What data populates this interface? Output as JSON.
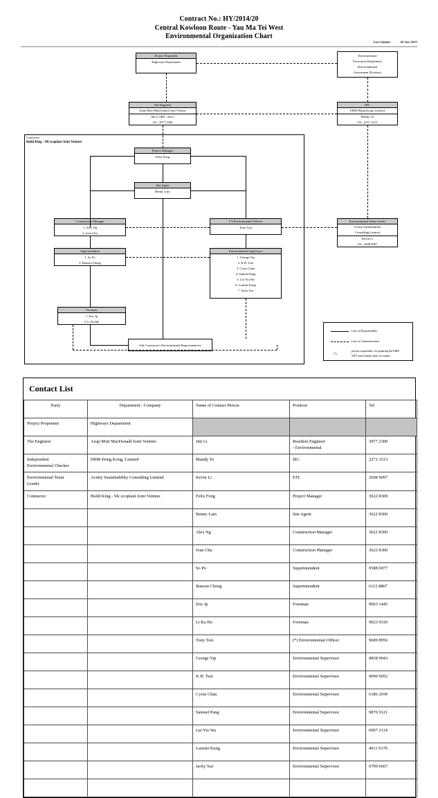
{
  "header": {
    "line1": "Contract No.: HY/2014/20",
    "line2": "Central Kowloon Route - Yau Ma Tei West",
    "line3": "Environmental Organization Chart",
    "last_update_label": "Last Update:",
    "last_update_value": "30 Jun 2025"
  },
  "chart": {
    "contractor_frame_label": "Contractor:",
    "contractor_frame_name": "Build King - SK ecoplant Joint Venture",
    "boxes": {
      "project_proponent": {
        "head": "Project Proponent",
        "rows": [
          "Highways Department"
        ]
      },
      "epd": {
        "head": "",
        "rows": [
          "Environmental",
          "Protection Department",
          "(Environmental",
          "Assessment Division)"
        ]
      },
      "engineer": {
        "head": "The Engineer",
        "rows": [
          "Arup-Mott MacDonald Joint Venture",
          "Jim Li (RE - Env.)",
          "Tel.: 3977 2300"
        ]
      },
      "iec": {
        "head": "IEC",
        "rows": [
          "ERM-Hong Kong, Limited",
          "Mandy To",
          "Tel.: 2271 3313"
        ]
      },
      "project_manager": {
        "head": "Project Manager",
        "rows": [
          "Felix Fong"
        ]
      },
      "site_agent": {
        "head": "Site Agent",
        "rows": [
          "Benny Lam"
        ]
      },
      "construction_manager": {
        "head": "Construction Manager",
        "rows": [
          "1. Alex Ng",
          "2. Ivan Chu"
        ]
      },
      "environmental_officer": {
        "head": "(*) Environmental Officer",
        "rows": [
          "Tony Tsoi"
        ]
      },
      "environmental_team_leader": {
        "head": "Environmental Team Leader",
        "rows": [
          "Acuity Sustainability",
          "Consulting Limited",
          "Kevin Li",
          "Tel.: 2698 9097"
        ]
      },
      "superintendent": {
        "head": "Superintendent",
        "rows": [
          "1. So Po",
          "2. Banson Cheng"
        ]
      },
      "environmental_supervisor": {
        "head": "Environmental Supervisor",
        "rows": [
          "1. George Yip",
          "2. K.H. Tsui",
          "3. Cyrus Chan",
          "4. Samuel Pang",
          "5. Lai Yiu Wa",
          "6. Lamski Kung",
          "7. Jacky Sze"
        ]
      },
      "foreman": {
        "head": "Foreman",
        "rows": [
          "1. Eric Ip",
          "2. Li Ka Ho"
        ]
      },
      "subcontractor": {
        "head": "",
        "rows": [
          "Sub-Contractor's Environmental Representatives"
        ]
      }
    },
    "legend": {
      "responsibility": "Line of Responsibility",
      "communication": "Line of Communication",
      "asterisk_mark": "(*)",
      "asterisk_text_1": "person responsible for updating the EMP,",
      "asterisk_text_2": "WFT and sumary table for timber"
    }
  },
  "contact_list": {
    "title": "Contact List",
    "columns": [
      "Party",
      "Department / Company",
      "Name of Contact Person",
      "Position",
      "Tel"
    ],
    "rows": [
      {
        "party": "Project Proponent",
        "company": "Highways Department",
        "name": "",
        "position": "",
        "tel": "",
        "shaded": true
      },
      {
        "party": "The Engineer",
        "company": "Arup-Mott MacDonald Joint Venture",
        "name": "Jim Li",
        "position": "Resident Engineer\n- Environmental",
        "tel": "3977 2300"
      },
      {
        "party": "Independent\nEnvironmental Checker",
        "company": "ERM-Hong Kong, Limited",
        "name": "Mandy To",
        "position": "IEC",
        "tel": "2271 3313"
      },
      {
        "party": "Environmental Team\nLeader",
        "company": "Acuity Sustainability Consulting Limited",
        "name": "Kevin Li",
        "position": "ETL",
        "tel": "2698 9097"
      },
      {
        "party": "Contractor",
        "company": "Build King - SK ecoplant Joint Venture",
        "name": "Felix Fong",
        "position": "Project Manager",
        "tel": "3622 8300"
      },
      {
        "party": "",
        "company": "",
        "name": "Benny Lam",
        "position": "Site Agent",
        "tel": "3622 8300"
      },
      {
        "party": "",
        "company": "",
        "name": "Alex Ng",
        "position": "Construction Manager",
        "tel": "3622 8300"
      },
      {
        "party": "",
        "company": "",
        "name": "Ivan Chu",
        "position": "Construction Manager",
        "tel": "3622 8300"
      },
      {
        "party": "",
        "company": "",
        "name": "So Po",
        "position": "Superintendent",
        "tel": "9588 6977"
      },
      {
        "party": "",
        "company": "",
        "name": "Banson Cheng",
        "position": "Superintendent",
        "tel": "6112 8807"
      },
      {
        "party": "",
        "company": "",
        "name": "Eric Ip",
        "position": "Foreman",
        "tel": "9603 1445"
      },
      {
        "party": "",
        "company": "",
        "name": "Li Ka Ho",
        "position": "Foreman",
        "tel": "9023 9310"
      },
      {
        "party": "",
        "company": "",
        "name": "Tony Tsoi",
        "position": "(*) Environmental Officer",
        "tel": "9689 8956"
      },
      {
        "party": "",
        "company": "",
        "name": "George Yip",
        "position": "Environmental Supervisor",
        "tel": "9838 9043"
      },
      {
        "party": "",
        "company": "",
        "name": "K.H. Tsui",
        "position": "Environmental Supervisor",
        "tel": "9090 9052"
      },
      {
        "party": "",
        "company": "",
        "name": "Cyrus Chan",
        "position": "Environmental Supervisor",
        "tel": "6186 2039"
      },
      {
        "party": "",
        "company": "",
        "name": "Samuel Pang",
        "position": "Environmental Supervisor",
        "tel": "9876 9121"
      },
      {
        "party": "",
        "company": "",
        "name": "Lai Yiu Wa",
        "position": "Environmental Supervisor",
        "tel": "6997 2114"
      },
      {
        "party": "",
        "company": "",
        "name": "Lamski Kung",
        "position": "Environmental Supervisor",
        "tel": "4611 0170"
      },
      {
        "party": "",
        "company": "",
        "name": "Jacky Sze",
        "position": "Environmental Supervisor",
        "tel": "6790 6667"
      },
      {
        "party": "",
        "company": "",
        "name": "",
        "position": "",
        "tel": ""
      }
    ]
  }
}
